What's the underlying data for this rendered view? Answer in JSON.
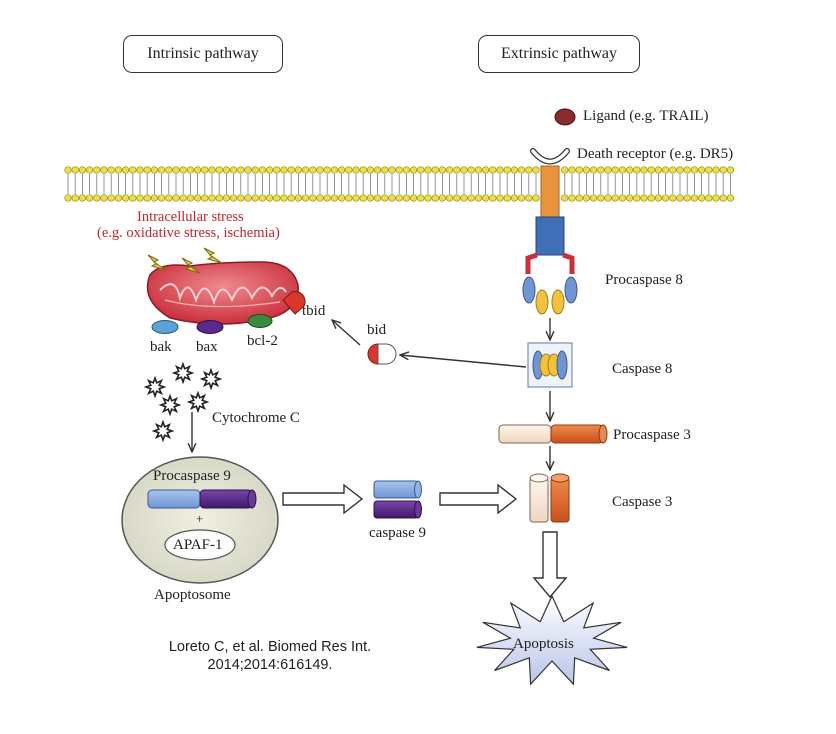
{
  "headers": {
    "intrinsic": "Intrinsic pathway",
    "extrinsic": "Extrinsic pathway"
  },
  "labels": {
    "ligand": "Ligand (e.g. TRAIL)",
    "death_receptor": "Death receptor (e.g. DR5)",
    "stress_line1": "Intracellular stress",
    "stress_line2": "(e.g. oxidative stress, ischemia)",
    "tbid": "tbid",
    "bid": "bid",
    "bak": "bak",
    "bax": "bax",
    "bcl2": "bcl-2",
    "procaspase8": "Procaspase 8",
    "caspase8": "Caspase 8",
    "procaspase3": "Procaspase 3",
    "caspase3": "Caspase 3",
    "cytochrome_c": "Cytochrome C",
    "procaspase9": "Procaspase 9",
    "plus": "+",
    "apaf1": "APAF-1",
    "apoptosome": "Apoptosome",
    "caspase9": "caspase 9",
    "apoptosis": "Apoptosis"
  },
  "citation": {
    "line1": "Loreto C, et al. Biomed Res Int.",
    "line2": "2014;2014:616149."
  },
  "colors": {
    "stress_text": "#c0282d",
    "membrane_head": "#e8e04a",
    "receptor_orange": "#e8943c",
    "receptor_blue": "#3f6fb5",
    "procaspase9_blue": "#8fb1e3",
    "procaspase9_purple": "#5a2a8c",
    "caspase3_cream": "#f8e6d4",
    "caspase3_orange": "#e0662a",
    "ligand": "#8a2a2a"
  }
}
